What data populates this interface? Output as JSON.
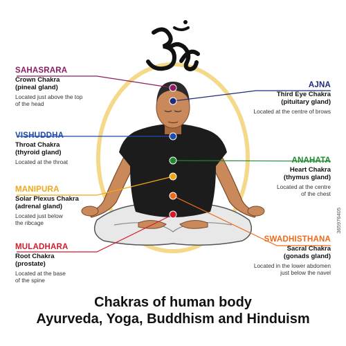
{
  "symbol": {
    "icon": "om-symbol-icon"
  },
  "chakras": [
    {
      "id": "sahasrara",
      "name": "SAHASRARA",
      "chakra": "Crown Chakra",
      "gland": "(pineal gland)",
      "location": [
        "Located just above the top",
        "of the head"
      ],
      "color": "#8e1c63"
    },
    {
      "id": "ajna",
      "name": "AJNA",
      "chakra": "Third Eye Chakra",
      "gland": "(pituitary gland)",
      "location": [
        "Located at the centre of brows"
      ],
      "color": "#1f2a7a"
    },
    {
      "id": "vishuddha",
      "name": "VISHUDDHA",
      "chakra": "Throat Chakra",
      "gland": "(thyroid gland)",
      "location": [
        "Located at the throat"
      ],
      "color": "#1e4aa8"
    },
    {
      "id": "anahata",
      "name": "ANAHATA",
      "chakra": "Heart Chakra",
      "gland": "(thymus gland)",
      "location": [
        "Located at the centre",
        "of the chest"
      ],
      "color": "#1e8a2e"
    },
    {
      "id": "manipura",
      "name": "MANIPURA",
      "chakra": "Solar Plexus Chakra",
      "gland": "(adrenal gland)",
      "location": [
        "Located just below",
        "the ribcage"
      ],
      "color": "#f0a818"
    },
    {
      "id": "swadhisthana",
      "name": "SWADHISTHANA",
      "chakra": "Sacral Chakra",
      "gland": "(gonads gland)",
      "location": [
        "Located in the lower abdomen",
        "just below the navel"
      ],
      "color": "#ee6a1a"
    },
    {
      "id": "muladhara",
      "name": "MULADHARA",
      "chakra": "Root Chakra",
      "gland": "(prostate)",
      "location": [
        "Located at the base",
        "of the spine"
      ],
      "color": "#d21b2a"
    }
  ],
  "title": {
    "line1": "Chakras of human body",
    "line2": "Ayurveda, Yoga, Buddhism and Hinduism"
  },
  "watermark": "365976405",
  "colors": {
    "aura": "#f5d98a",
    "skin": "#c9895a",
    "skin_dark": "#a8663d",
    "shirt": "#1c1c1c",
    "pants": "#e8e8e8",
    "hair": "#2a2a2a"
  }
}
